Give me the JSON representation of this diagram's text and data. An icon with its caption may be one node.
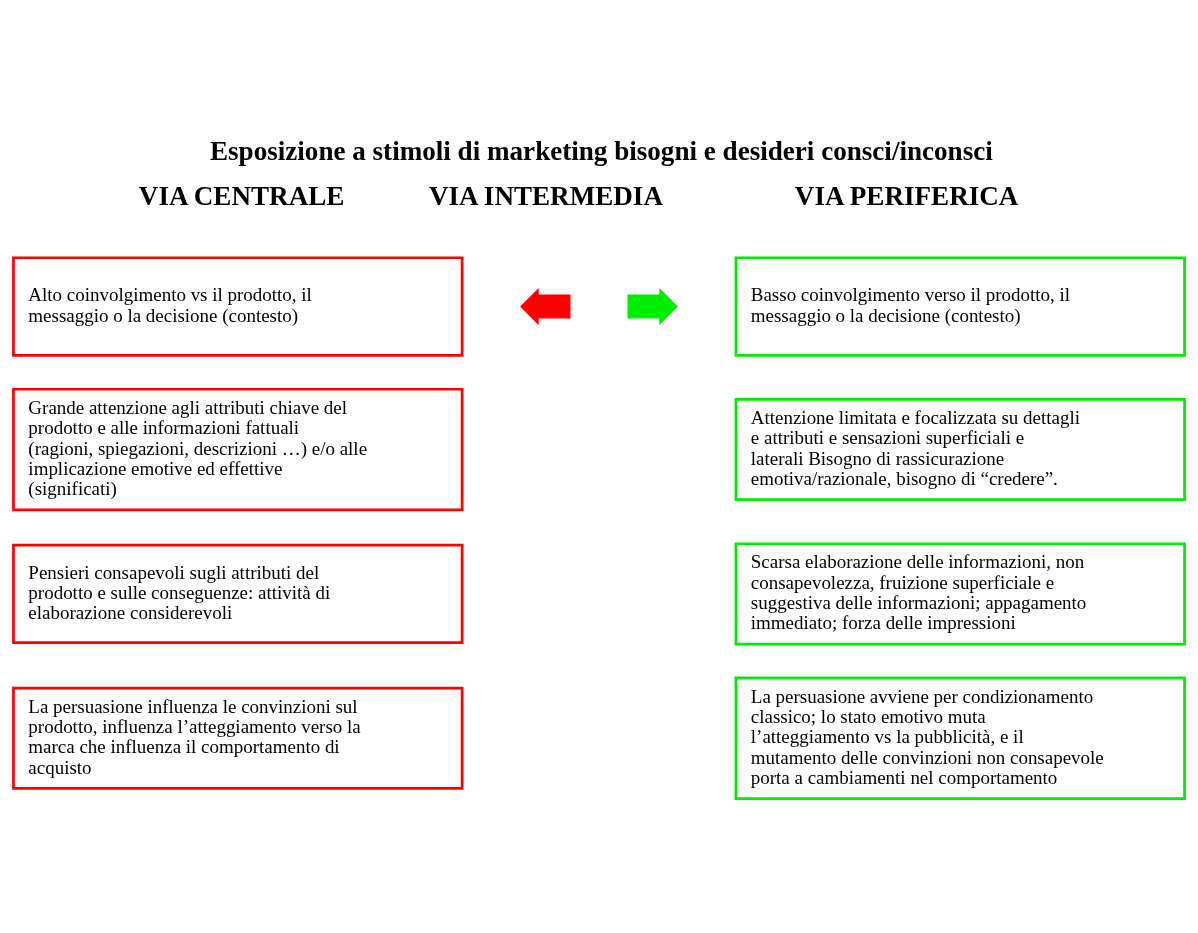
{
  "diagram": {
    "title": "Esposizione a stimoli di marketing bisogni e desideri consci/inconsci",
    "nodes": [
      {
        "text": [
          "Alto coinvolgimento vs il prodotto, il messaggio o la decisione (contesto)"
        ]
      },
      {
        "text": [
          "Grande attenzione agli attributi chiave del prodotto e alle informazioni fattuali (ragioni, spiegazioni, descrizioni …) e/o alle implicazione emotive ed effettive (significati)"
        ]
      },
      {
        "text": [
          "Pensieri consapevoli sugli attributi del prodotto e sulle conseguenze: attività di elaborazione considerevoli"
        ]
      },
      {
        "text": [
          "La persuasione influenza le convinzioni sul prodotto, influenza l’atteggiamento verso la marca che influenza il comportamento di acquisto"
        ]
      },
      {
        "text": [
          "Basso coinvolgimento verso il prodotto, il messaggio o la decisione (contesto)"
        ]
      },
      {
        "text": [
          "Attenzione limitata e focalizzata su dettagli e attributi e sensazioni superficiali e laterali Bisogno di rassicurazione emotiva/razionale, bisogno di “credere”."
        ]
      },
      {
        "text": [
          "Scarsa elaborazione delle informazioni, non consapevolezza, fruizione superficiale e suggestiva delle informazioni; appagamento immediato; forza delle impressioni"
        ]
      },
      {
        "text": [
          "La persuasione avviene per condizionamento classico; lo stato emotivo muta l’atteggiamento vs la pubblicità, e il mutamento delle convinzioni non consapevole porta a cambiamenti nel comportamento"
        ]
      },
      {
        "text": [],
        "shape": "arrow"
      },
      {
        "text": [],
        "shape": "arrow"
      }
    ],
    "labels": [
      "VIA CENTRALE",
      "VIA INTERMEDIA",
      "VIA PERIFERICA"
    ]
  }
}
